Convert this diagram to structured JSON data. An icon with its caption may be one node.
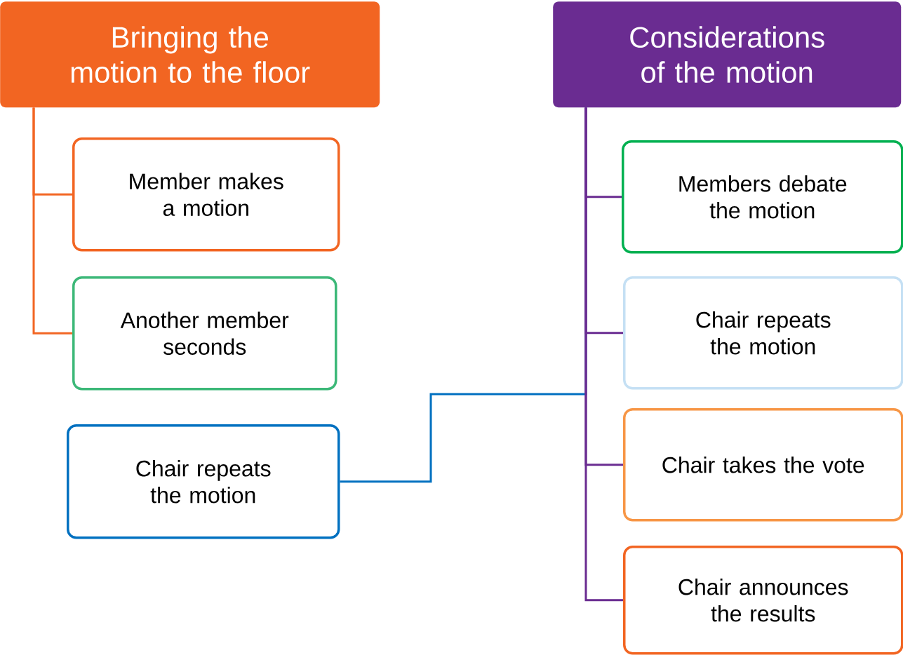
{
  "diagram": {
    "nodes": [
      {
        "text": [
          "Bringing the motion to the floor"
        ]
      },
      {
        "text": [
          "Member makes a motion"
        ]
      },
      {
        "text": [
          "Another member seconds"
        ]
      },
      {
        "text": [
          "Chair repeats the motion"
        ]
      },
      {
        "text": [
          "Considerations of the motion"
        ]
      },
      {
        "text": [
          "Members debate the motion"
        ]
      },
      {
        "text": [
          "Chair repeats the motion"
        ]
      },
      {
        "text": [
          "Chair takes the vote"
        ]
      },
      {
        "text": [
          "Chair announces the results"
        ]
      }
    ],
    "edges": [
      {
        "from": 0,
        "to": 1,
        "arrow": "none",
        "color": "#f26522"
      },
      {
        "from": 0,
        "to": 2,
        "arrow": "none",
        "color": "#f26522"
      },
      {
        "from": 3,
        "to": 4,
        "arrow": "none",
        "color": "#0070c0"
      },
      {
        "from": 4,
        "to": 5,
        "arrow": "none",
        "color": "#6a2c91"
      },
      {
        "from": 4,
        "to": 6,
        "arrow": "none",
        "color": "#6a2c91"
      },
      {
        "from": 4,
        "to": 7,
        "arrow": "none",
        "color": "#6a2c91"
      },
      {
        "from": 4,
        "to": 8,
        "arrow": "none",
        "color": "#6a2c91"
      }
    ]
  }
}
